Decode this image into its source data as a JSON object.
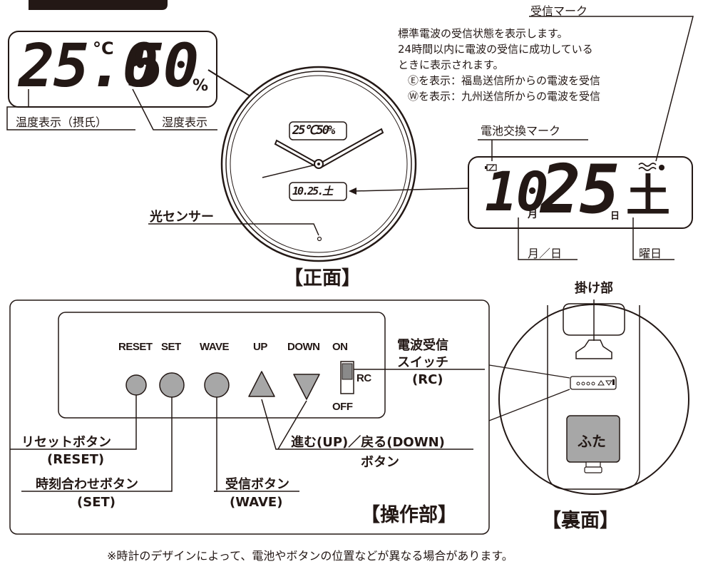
{
  "front": {
    "lcd_top": {
      "temp_value": "25.0",
      "temp_unit": "°C",
      "hum_value": "50",
      "hum_unit": "%"
    },
    "temp_label": "温度表示（摂氏）",
    "hum_label": "湿度表示",
    "light_sensor_label": "光センサー",
    "title": "【正面】",
    "mini_top": "25℃50%",
    "mini_bottom": "10.25.土"
  },
  "reception": {
    "title": "受信マーク",
    "desc_1": "標準電波の受信状態を表示します。",
    "desc_2": "24時間以内に電波の受信に成功している",
    "desc_3": "ときに表示されます。",
    "east_line": "Ⓔを表示：福島送信所からの電波を受信",
    "west_line": "Ⓦを表示：九州送信所からの電波を受信"
  },
  "battery_label": "電池交換マーク",
  "lcd_bottom": {
    "month": "10",
    "month_unit": "月",
    "day": "25",
    "day_unit": "日",
    "weekday": "土"
  },
  "month_day_label": "月／日",
  "weekday_label": "曜日",
  "ops": {
    "buttons": [
      "RESET",
      "SET",
      "WAVE",
      "UP",
      "DOWN",
      "ON"
    ],
    "rc_label": "RC",
    "off_label": "OFF",
    "switch_label_1": "電波受信",
    "switch_label_2": "スイッチ",
    "switch_label_3": "(RC)",
    "reset_label_1": "リセットボタン",
    "reset_label_2": "(RESET)",
    "set_label_1": "時刻合わせボタン",
    "set_label_2": "(SET)",
    "wave_label_1": "受信ボタン",
    "wave_label_2": "(WAVE)",
    "updown_label_1": "進む(UP)／戻る(DOWN)",
    "updown_label_2": "ボタン",
    "title": "【操作部】"
  },
  "back": {
    "hook_label": "掛け部",
    "cover_label": "ふた",
    "title": "【裏面】"
  },
  "footnote": "※時計のデザインによって、電池やボタンの位置などが異なる場合があります。"
}
